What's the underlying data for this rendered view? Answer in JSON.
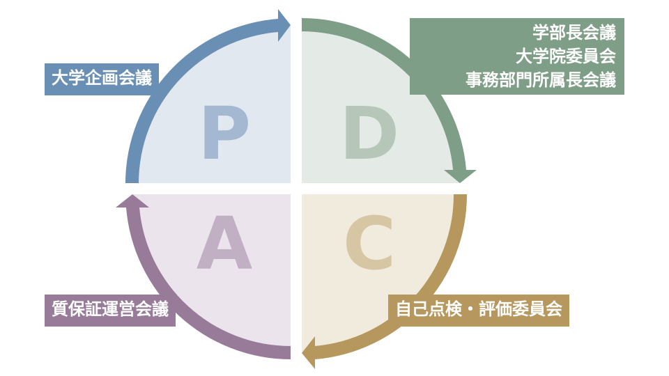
{
  "quadrants": {
    "plan": {
      "letter": "P",
      "fill": "#e1e8f0",
      "letter_color": "#a4b9d1",
      "arrow_color": "#6a8fb4"
    },
    "do": {
      "letter": "D",
      "fill": "#e4ebe6",
      "letter_color": "#b6c7b9",
      "arrow_color": "#7f9e87"
    },
    "check": {
      "letter": "C",
      "fill": "#f1ebde",
      "letter_color": "#d7c6a4",
      "arrow_color": "#b6975e"
    },
    "act": {
      "letter": "A",
      "fill": "#ebe4ec",
      "letter_color": "#c1afc3",
      "arrow_color": "#977b98"
    }
  },
  "labels": {
    "plan": {
      "lines": [
        "大学企画会議"
      ],
      "bg": "#6a8fb4"
    },
    "do": {
      "lines": [
        "学部長会議",
        "大学院委員会",
        "事務部門所属長会議"
      ],
      "bg": "#7f9e87"
    },
    "check": {
      "lines": [
        "自己点検・評価委員会"
      ],
      "bg": "#b6975e"
    },
    "act": {
      "lines": [
        "質保証運営会議"
      ],
      "bg": "#977b98"
    }
  }
}
